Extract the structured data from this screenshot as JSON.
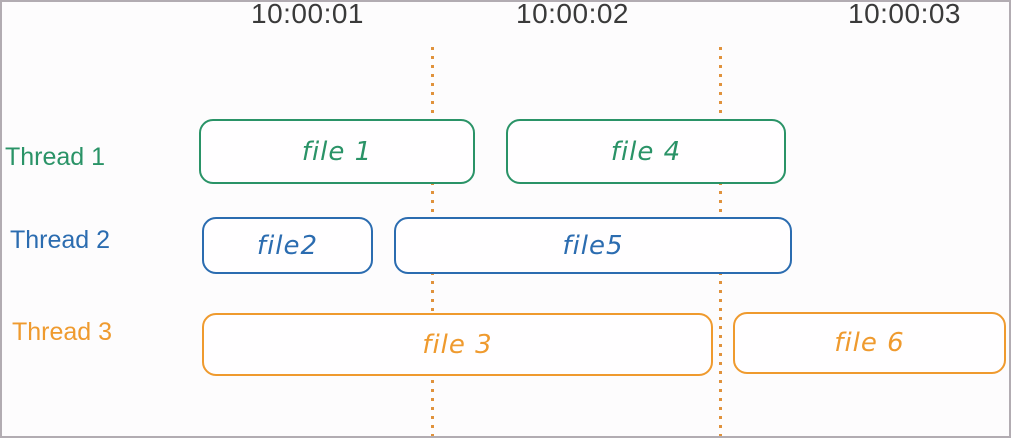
{
  "canvas": {
    "background": "#fdfcfd",
    "border_color": "#b2acb2"
  },
  "timeline": {
    "ticks": [
      "10:00:01",
      "10:00:02",
      "10:00:03"
    ],
    "text_color": "#3a3a3a"
  },
  "gridlines": {
    "style": "dotted",
    "color": "#e0923c",
    "count": 2
  },
  "threads": [
    {
      "label": "Thread 1",
      "color": "#2a9367",
      "tasks": [
        {
          "label": "file 1"
        },
        {
          "label": "file 4"
        }
      ]
    },
    {
      "label": "Thread 2",
      "color": "#2b6cb0",
      "tasks": [
        {
          "label": "file2"
        },
        {
          "label": "file5"
        }
      ]
    },
    {
      "label": "Thread 3",
      "color": "#ef9a2e",
      "tasks": [
        {
          "label": "file 3"
        },
        {
          "label": "file 6"
        }
      ]
    }
  ]
}
